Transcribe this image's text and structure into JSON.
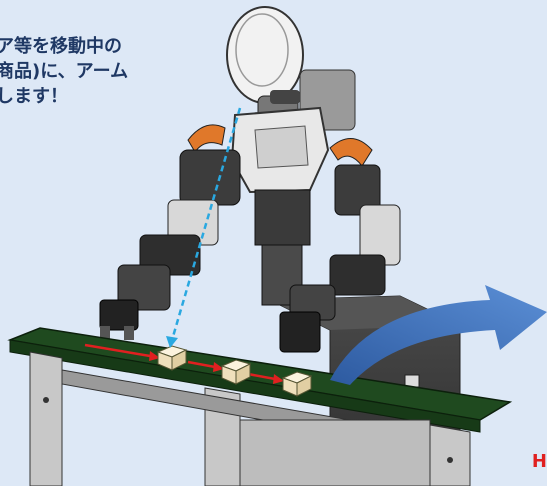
{
  "caption": {
    "line1": "ア等を移動中の",
    "line2": "商品)に、アーム",
    "line3": "します！"
  },
  "corner_text": "H",
  "colors": {
    "background": "#dde8f6",
    "caption_text": "#1f3864",
    "conveyor_belt": "#1f4a1f",
    "robot_body": "#3a3a3a",
    "robot_accent": "#e0782a",
    "product_box": "#f3e6c8",
    "flow_arrow": "#e02020",
    "sight_line": "#2aa8e0",
    "big_arrow": "#3f6fb5"
  },
  "icons": [
    "humanoid-robot",
    "conveyor-belt",
    "product-box",
    "curved-arrow"
  ]
}
